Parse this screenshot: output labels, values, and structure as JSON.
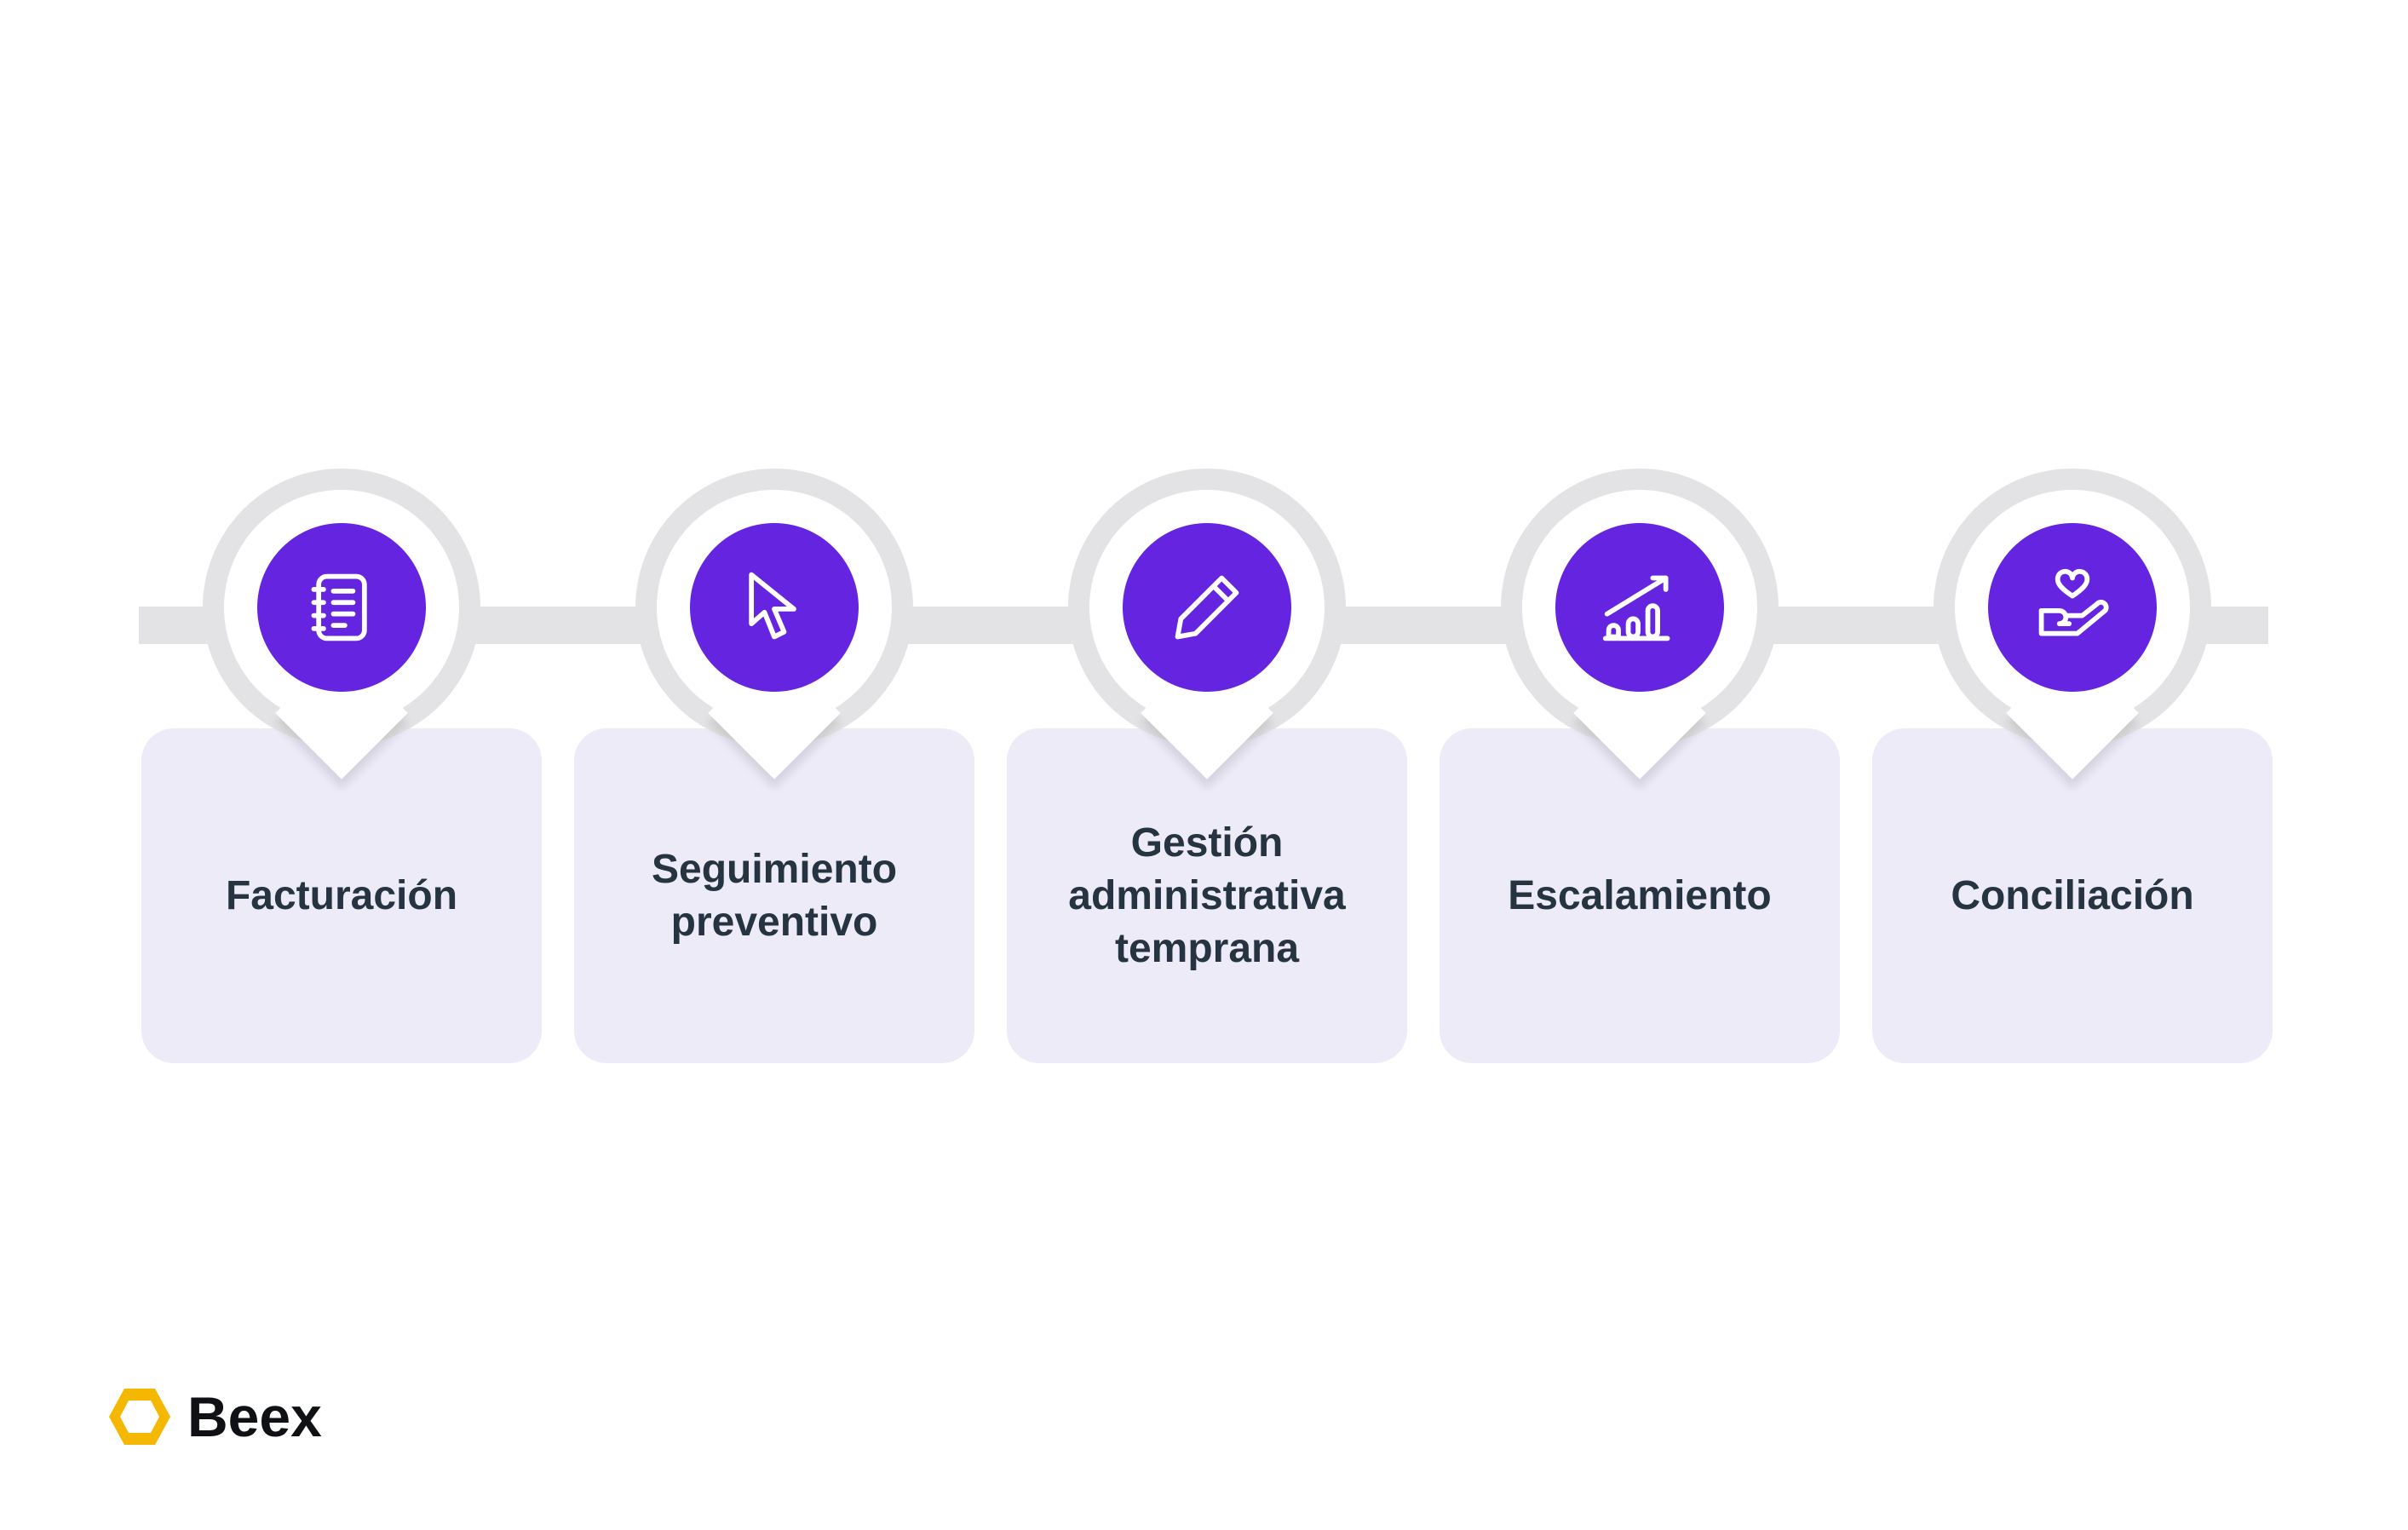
{
  "steps": [
    {
      "label": "Facturación",
      "icon": "notebook-icon"
    },
    {
      "label": "Seguimiento\npreventivo",
      "icon": "cursor-pointer-icon"
    },
    {
      "label": "Gestión\nadministrativa\ntemprana",
      "icon": "pencil-icon"
    },
    {
      "label": "Escalamiento",
      "icon": "growth-chart-icon"
    },
    {
      "label": "Conciliación",
      "icon": "hand-heart-icon"
    }
  ],
  "colors": {
    "accent": "#6424e0",
    "card": "#edebf8",
    "track": "#e3e3e6",
    "text": "#263340",
    "logo": "#f5b800"
  },
  "brand": {
    "name": "Beex"
  }
}
